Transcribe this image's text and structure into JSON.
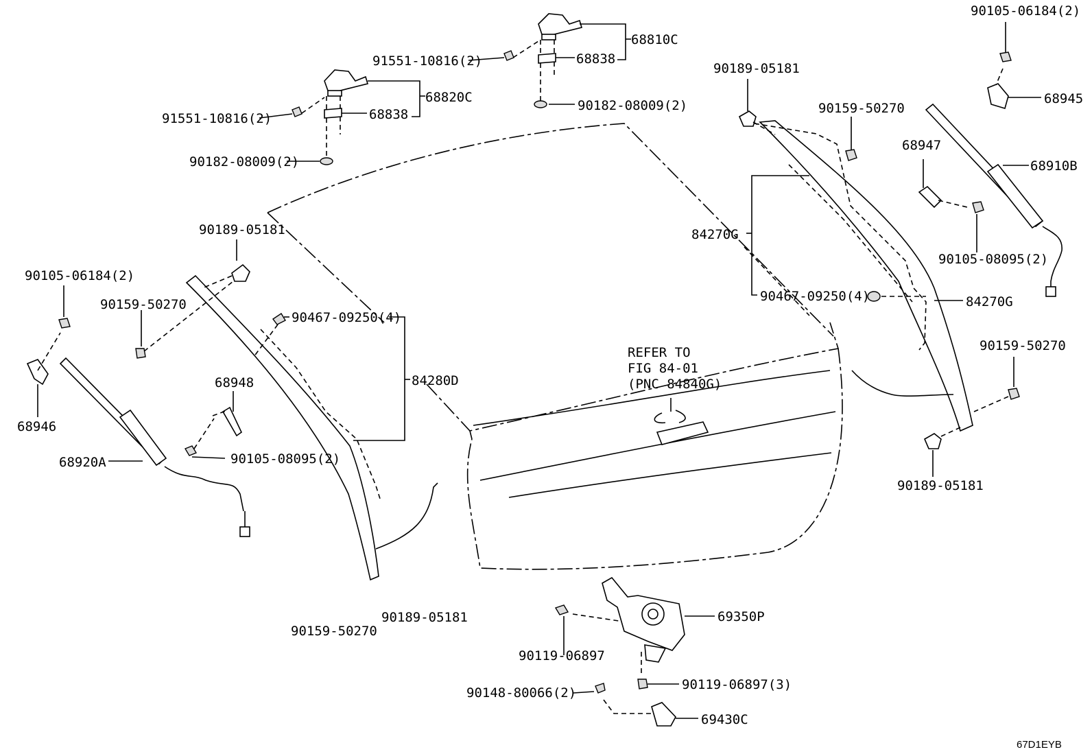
{
  "labels": {
    "p90105_06184_2_tr": "90105-06184(2)",
    "p68945": "68945",
    "p68910B": "68910B",
    "p68947": "68947",
    "p90105_08095_2_r": "90105-08095(2)",
    "p90159_50270_tr": "90159-50270",
    "p90189_05181_tr": "90189-05181",
    "p84270G_a": "84270G",
    "p84270G_b": "84270G",
    "p90467_09250_4_r": "90467-09250(4)",
    "p90159_50270_r": "90159-50270",
    "p90189_05181_r": "90189-05181",
    "p68810C": "68810C",
    "p68838_a": "68838",
    "p91551_10816_2_a": "91551-10816(2)",
    "p90182_08009_2_a": "90182-08009(2)",
    "p68820C": "68820C",
    "p68838_b": "68838",
    "p91551_10816_2_b": "91551-10816(2)",
    "p90182_08009_2_b": "90182-08009(2)",
    "p90189_05181_l": "90189-05181",
    "p90105_06184_2_l": "90105-06184(2)",
    "p90159_50270_l": "90159-50270",
    "p90467_09250_4_l": "90467-09250(4)",
    "p84280D": "84280D",
    "p68948": "68948",
    "p68946": "68946",
    "p68920A": "68920A",
    "p90105_08095_2_l": "90105-08095(2)",
    "p90159_50270_bl": "90159-50270",
    "p90189_05181_bl": "90189-05181",
    "refer_line1": "REFER TO",
    "refer_line2": "FIG 84-01",
    "refer_line3": "(PNC 84840G)",
    "p69350P": "69350P",
    "p90119_06897": "90119-06897",
    "p90119_06897_3": "90119-06897(3)",
    "p90148_80066_2": "90148-80066(2)",
    "p69430C": "69430C",
    "diagram_code": "67D1EYB"
  }
}
